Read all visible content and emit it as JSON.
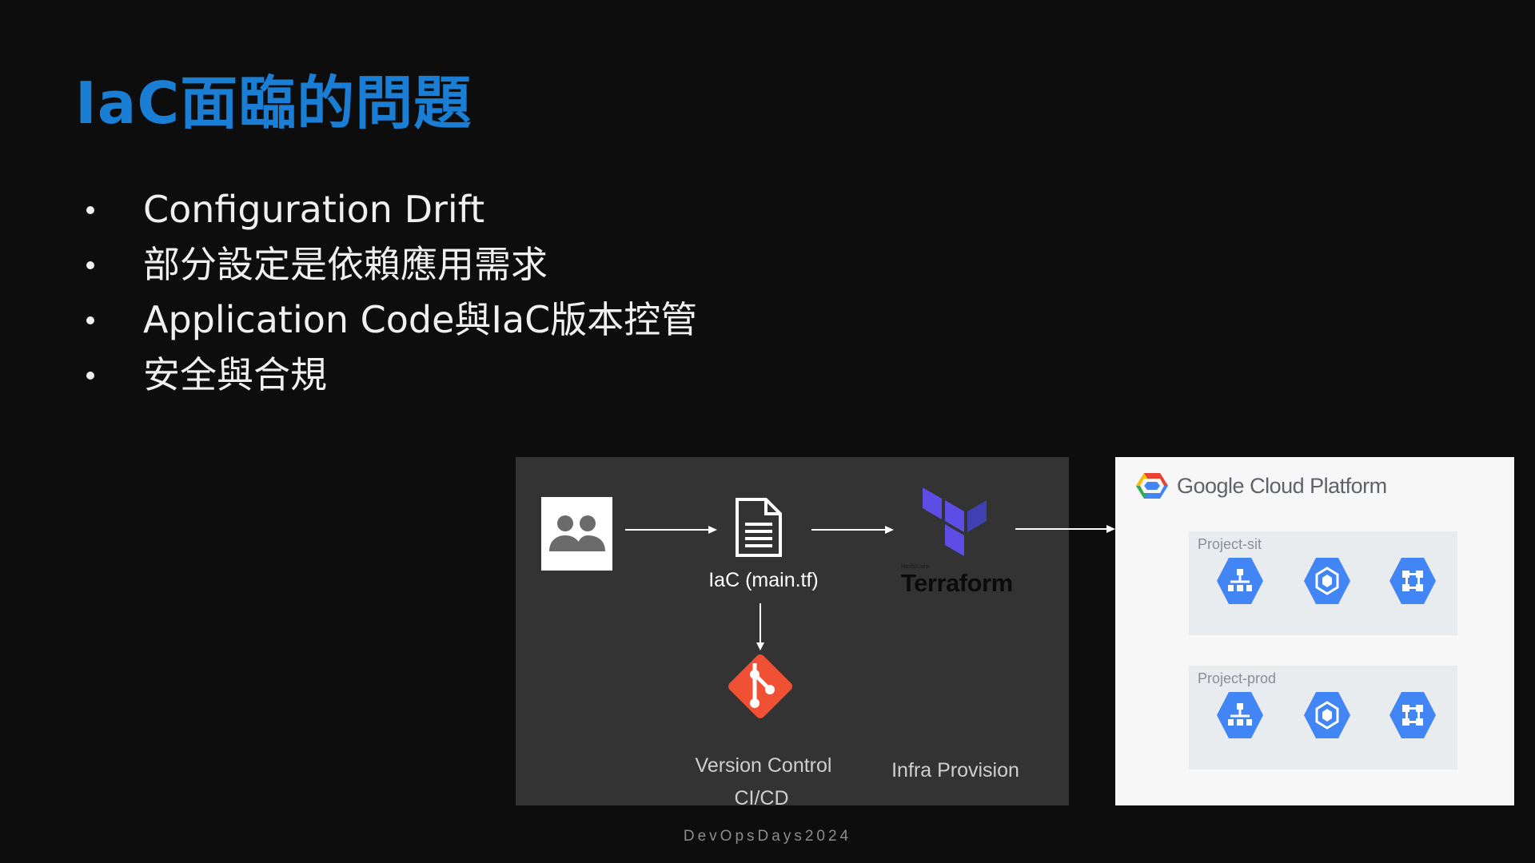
{
  "slide": {
    "title": "IaC面臨的問題",
    "bullets": [
      "Configuration Drift",
      "部分設定是依賴應用需求",
      "Application Code與IaC版本控管",
      "安全與合規"
    ],
    "footer": "DevOpsDays2024"
  },
  "diagram": {
    "iac_label": "IaC (main.tf)",
    "terraform_small": "HashiCorp",
    "terraform_wordmark": "Terraform",
    "version_control_label": "Version Control",
    "cicd_label": "CI/CD",
    "infra_label": "Infra Provision",
    "gcp_title": "Google Cloud Platform",
    "projects": [
      {
        "label": "Project-sit"
      },
      {
        "label": "Project-prod"
      }
    ],
    "colors": {
      "title": "#1a7fd4",
      "terraform": "#5c4ee5",
      "git": "#f05033",
      "gcp_hex": "#4285f4"
    },
    "icons": [
      "users-icon",
      "document-icon",
      "terraform-logo",
      "git-icon",
      "gcp-logo",
      "load-balancer-icon",
      "kubernetes-icon",
      "network-icon"
    ]
  }
}
